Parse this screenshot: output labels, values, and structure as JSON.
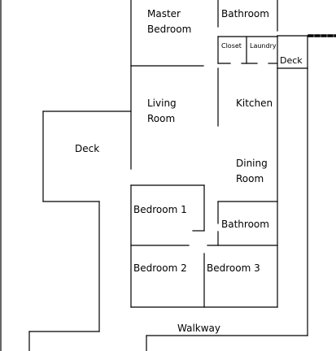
{
  "colors": {
    "wall": "#000000",
    "background": "#ffffff"
  },
  "rooms": {
    "master_bedroom": {
      "line1": "Master",
      "line2": "Bedroom"
    },
    "bathroom_top": {
      "label": "Bathroom"
    },
    "closet": {
      "label": "Closet"
    },
    "laundry": {
      "label": "Laundry"
    },
    "deck_right": {
      "label": "Deck"
    },
    "living_room": {
      "line1": "Living",
      "line2": "Room"
    },
    "kitchen": {
      "label": "Kitchen"
    },
    "deck_left": {
      "label": "Deck"
    },
    "dining_room": {
      "line1": "Dining",
      "line2": "Room"
    },
    "bedroom_1": {
      "label": "Bedroom 1"
    },
    "bathroom_bottom": {
      "label": "Bathroom"
    },
    "bedroom_2": {
      "label": "Bedroom 2"
    },
    "bedroom_3": {
      "label": "Bedroom 3"
    },
    "walkway": {
      "label": "Walkway"
    }
  }
}
